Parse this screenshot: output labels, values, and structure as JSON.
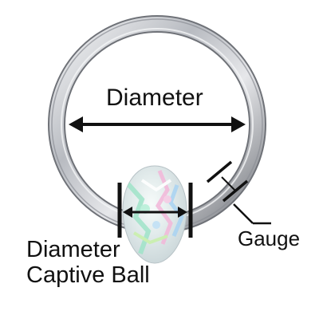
{
  "labels": {
    "diameter": "Diameter",
    "gauge": "Gauge",
    "captive_ball_line1": "Diameter",
    "captive_ball_line2": "Captive Ball"
  },
  "colors": {
    "background": "#ffffff",
    "ring_metal": "#b9bcc2",
    "ring_highlight": "#f2f3f5",
    "ring_shadow": "#6e7177",
    "opal_base": "#e9eef0",
    "opal_green": "#9fe3c8",
    "opal_pink": "#f3b7d9",
    "opal_blue": "#a9d3f2",
    "marker": "#111111"
  },
  "icons": {
    "ring": "captive-bead-ring",
    "ball": "opal-captive-ball",
    "diameter_arrow": "double-arrow",
    "ball_arrow": "double-arrow",
    "gauge_marker": "gauge-measure-lines"
  }
}
